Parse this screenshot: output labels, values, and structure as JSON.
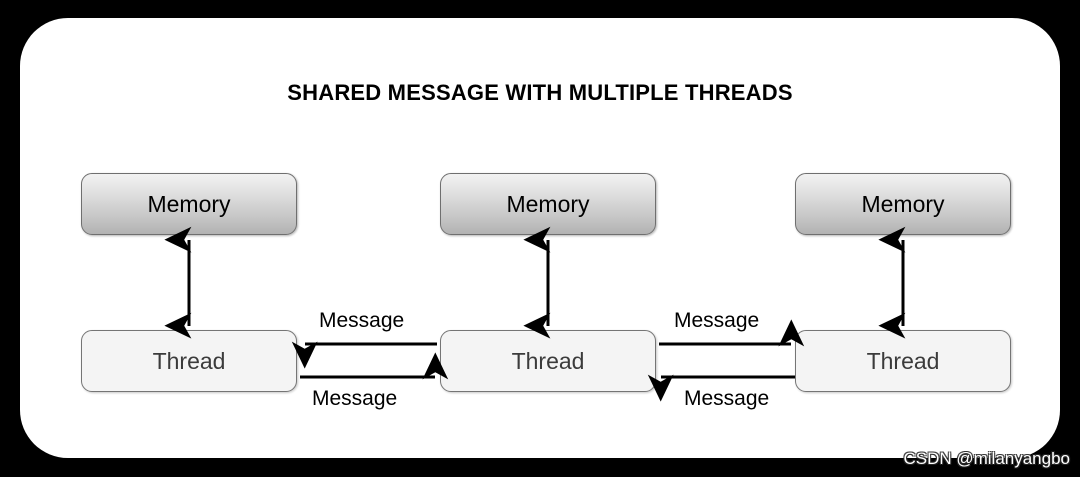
{
  "diagram": {
    "title": "SHARED MESSAGE WITH MULTIPLE THREADS",
    "background_color": "#000000",
    "card_color": "#ffffff",
    "columns": [
      {
        "memory": {
          "label": "Memory"
        },
        "thread": {
          "label": "Thread"
        }
      },
      {
        "memory": {
          "label": "Memory"
        },
        "thread": {
          "label": "Thread"
        }
      },
      {
        "memory": {
          "label": "Memory"
        },
        "thread": {
          "label": "Thread"
        }
      }
    ],
    "messages": {
      "left_top": "Message",
      "left_bottom": "Message",
      "right_top": "Message",
      "right_bottom": "Message"
    },
    "arrow_color": "#000000",
    "memory_border_color": "#6f6f6f",
    "thread_border_color": "#757575",
    "thread_text_color": "#3b3b3b"
  },
  "watermark": {
    "text": "CSDN @milanyangbo"
  }
}
